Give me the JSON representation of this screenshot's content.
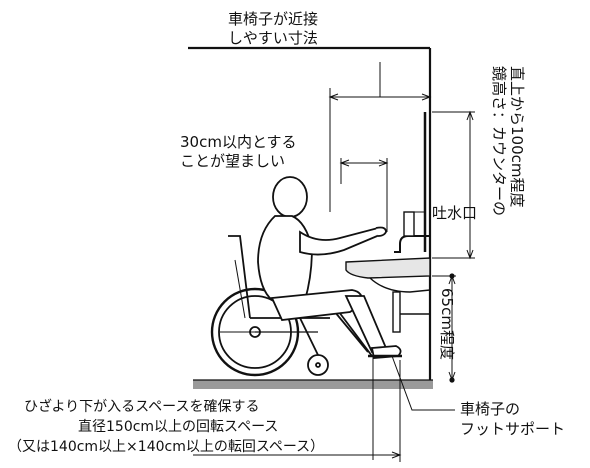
{
  "labels": {
    "approach_line1": "車椅子が近接",
    "approach_line2": "しやすい寸法",
    "within30_line1": "30cm以内とする",
    "within30_line2": "ことが望ましい",
    "spout": "吐水口",
    "mirror_col1": "鏡高さ：カウンターの",
    "mirror_col2": "直上から100cm程度",
    "height65": "65cm程度",
    "knee_line1": "ひざより下が入るスペースを確保する",
    "turn_line1": "直径150cm以上の回転スペース",
    "turn_line2": "（又は140cm以上×140cm以上の転回スペース）",
    "footrest_line1": "車椅子の",
    "footrest_line2": "フットサポート"
  },
  "colors": {
    "line": "#111111",
    "floor_fill": "#9a9a9a",
    "counter_fill": "#e6e6e6",
    "skin_fill": "#ffffff"
  }
}
